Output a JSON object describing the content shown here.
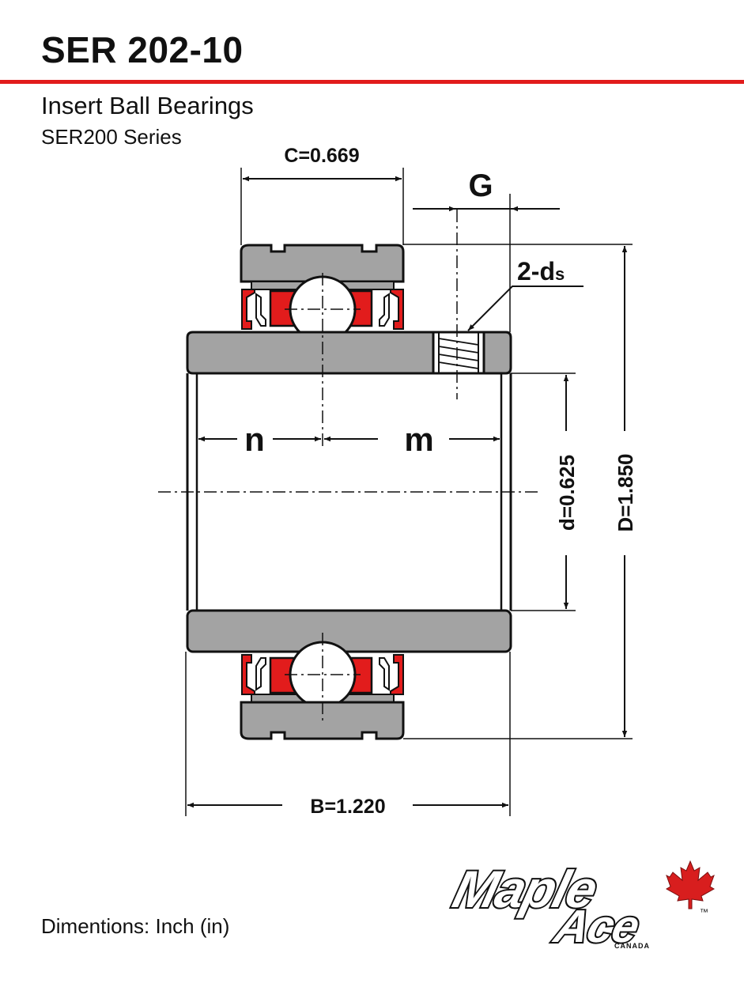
{
  "header": {
    "title": "SER 202-10",
    "subtitle": "Insert Ball Bearings",
    "series": "SER200 Series"
  },
  "dimensions": {
    "C": "C=0.669",
    "G": "G",
    "ds": "2-d",
    "ds_sub": "s",
    "n": "n",
    "m": "m",
    "d": "d=0.625",
    "D": "D=1.850",
    "B": "B=1.220"
  },
  "footer": {
    "units": "Dimentions: Inch (in)"
  },
  "logo": {
    "line1": "Maple",
    "line2": "Ace",
    "country": "CANADA",
    "trademark": "™"
  },
  "colors": {
    "accent": "#e21c1c",
    "metal": "#a3a3a3",
    "seal": "#e21c1c"
  }
}
